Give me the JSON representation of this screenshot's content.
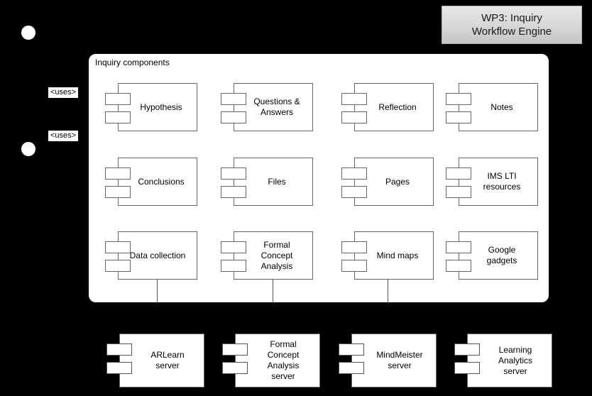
{
  "diagram": {
    "title": "WP3: Inquiry\nWorkflow Engine",
    "package_label": "Inquiry components",
    "background_color": "#000000",
    "panel_color": "#ffffff",
    "header_color": "#d9d9d9",
    "component_border_color": "#666666",
    "uses_labels": [
      {
        "text": "<uses>"
      },
      {
        "text": "<uses>"
      }
    ],
    "actors": [
      {
        "name": "actor-top"
      },
      {
        "name": "actor-bottom"
      }
    ],
    "components": [
      {
        "label": "Hypothesis"
      },
      {
        "label": "Questions &\nAnswers"
      },
      {
        "label": "Reflection"
      },
      {
        "label": "Notes"
      },
      {
        "label": "Conclusions"
      },
      {
        "label": "Files"
      },
      {
        "label": "Pages"
      },
      {
        "label": "IMS LTI\nresources"
      },
      {
        "label": "Data collection"
      },
      {
        "label": "Formal\nConcept\nAnalysis"
      },
      {
        "label": "Mind maps"
      },
      {
        "label": "Google\ngadgets"
      }
    ],
    "servers": [
      {
        "label": "ARLearn\nserver"
      },
      {
        "label": "Formal\nConcept\nAnalysis\nserver"
      },
      {
        "label": "MindMeister\nserver"
      },
      {
        "label": "Learning\nAnalytics\nserver"
      }
    ]
  }
}
